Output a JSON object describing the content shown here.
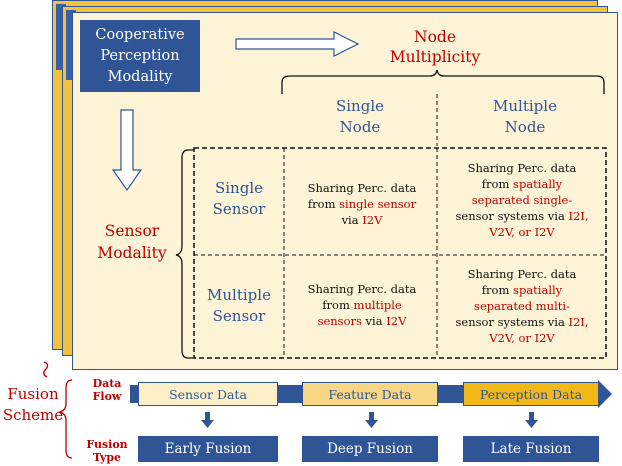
{
  "title": {
    "lines": [
      "Cooperative",
      "Perception",
      "Modality"
    ]
  },
  "node_multiplicity": {
    "lines": [
      "Node",
      "Multiplicity"
    ]
  },
  "sensor_modality": {
    "lines": [
      "Sensor",
      "Modality"
    ]
  },
  "columns": [
    {
      "lines": [
        "Single",
        "Node"
      ]
    },
    {
      "lines": [
        "Multiple",
        "Node"
      ]
    }
  ],
  "rows": [
    {
      "lines": [
        "Single",
        "Sensor"
      ]
    },
    {
      "lines": [
        "Multiple",
        "Sensor"
      ]
    }
  ],
  "cells": {
    "single_sensor_single_node": [
      [
        {
          "t": "Sharing Perc. data",
          "h": false
        }
      ],
      [
        {
          "t": "from ",
          "h": false
        },
        {
          "t": "single sensor",
          "h": true
        }
      ],
      [
        {
          "t": "via ",
          "h": false
        },
        {
          "t": "I2V",
          "h": true
        }
      ]
    ],
    "single_sensor_multiple_node": [
      [
        {
          "t": "Sharing Perc. data",
          "h": false
        }
      ],
      [
        {
          "t": "from ",
          "h": false
        },
        {
          "t": "spatially",
          "h": true
        }
      ],
      [
        {
          "t": "separated single-",
          "h": true
        }
      ],
      [
        {
          "t": "sensor systems via ",
          "h": false
        },
        {
          "t": "I2I,",
          "h": true
        }
      ],
      [
        {
          "t": "V2V, or I2V",
          "h": true
        }
      ]
    ],
    "multiple_sensor_single_node": [
      [
        {
          "t": "Sharing Perc. data",
          "h": false
        }
      ],
      [
        {
          "t": "from ",
          "h": false
        },
        {
          "t": "multiple",
          "h": true
        }
      ],
      [
        {
          "t": "sensors",
          "h": true
        },
        {
          "t": " via ",
          "h": false
        },
        {
          "t": "I2V",
          "h": true
        }
      ]
    ],
    "multiple_sensor_multiple_node": [
      [
        {
          "t": "Sharing Perc. data",
          "h": false
        }
      ],
      [
        {
          "t": "from ",
          "h": false
        },
        {
          "t": "spatially",
          "h": true
        }
      ],
      [
        {
          "t": "separated multi-",
          "h": true
        }
      ],
      [
        {
          "t": "sensor systems via ",
          "h": false
        },
        {
          "t": "I2I,",
          "h": true
        }
      ],
      [
        {
          "t": "V2V, or I2V",
          "h": true
        }
      ]
    ]
  },
  "fusion_scheme": {
    "lines": [
      "Fusion",
      "Scheme"
    ]
  },
  "data_flow_label": {
    "lines": [
      "Data",
      "Flow"
    ]
  },
  "fusion_type_label": {
    "lines": [
      "Fusion",
      "Type"
    ]
  },
  "data_flow": [
    "Sensor Data",
    "Feature Data",
    "Perception Data"
  ],
  "fusion_types": [
    "Early Fusion",
    "Deep  Fusion",
    "Late  Fusion"
  ],
  "colors": {
    "blue": "#2f5597",
    "red": "#c00000",
    "card": "#fdf3d6",
    "gold": "#f3c23a",
    "light_yellow": "#fdf0c8"
  }
}
